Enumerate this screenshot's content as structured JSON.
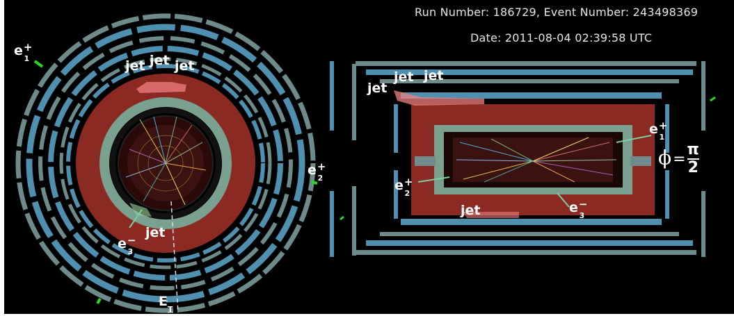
{
  "header": {
    "run_event": "Run Number: 186729, Event Number: 243498369",
    "date": "Date: 2011-08-04 02:39:58 UTC"
  },
  "transverse_view": {
    "labels": {
      "e1": {
        "base": "e",
        "sup": "+",
        "sub": "1"
      },
      "e2": {
        "base": "e",
        "sup": "+",
        "sub": "2"
      },
      "e3": {
        "base": "e",
        "sup": "−",
        "sub": "3"
      },
      "jet1": "jet",
      "jet2": "jet",
      "jet3": "jet",
      "jet4": "jet",
      "met": {
        "base": "E",
        "sub": "T"
      }
    }
  },
  "longitudinal_view": {
    "labels": {
      "jet1": "jet",
      "jet2": "jet",
      "jet3": "jet",
      "jet4": "jet",
      "e1": {
        "base": "e",
        "sup": "+",
        "sub": "1"
      },
      "e2": {
        "base": "e",
        "sup": "+",
        "sub": "2"
      },
      "e3": {
        "base": "e",
        "sup": "−",
        "sub": "3"
      }
    },
    "phi": {
      "symbol": "ϕ",
      "eq": "=",
      "num": "π",
      "den": "2"
    }
  },
  "colors": {
    "background": "#000000",
    "calorimeter_red": "#8b2a22",
    "muon_blue": "#4f8fb0",
    "muon_gray": "#6f8a8a",
    "tracker_green": "#6f9a86",
    "electron_green": "#22dd22",
    "jet_pink": "#f08080"
  }
}
